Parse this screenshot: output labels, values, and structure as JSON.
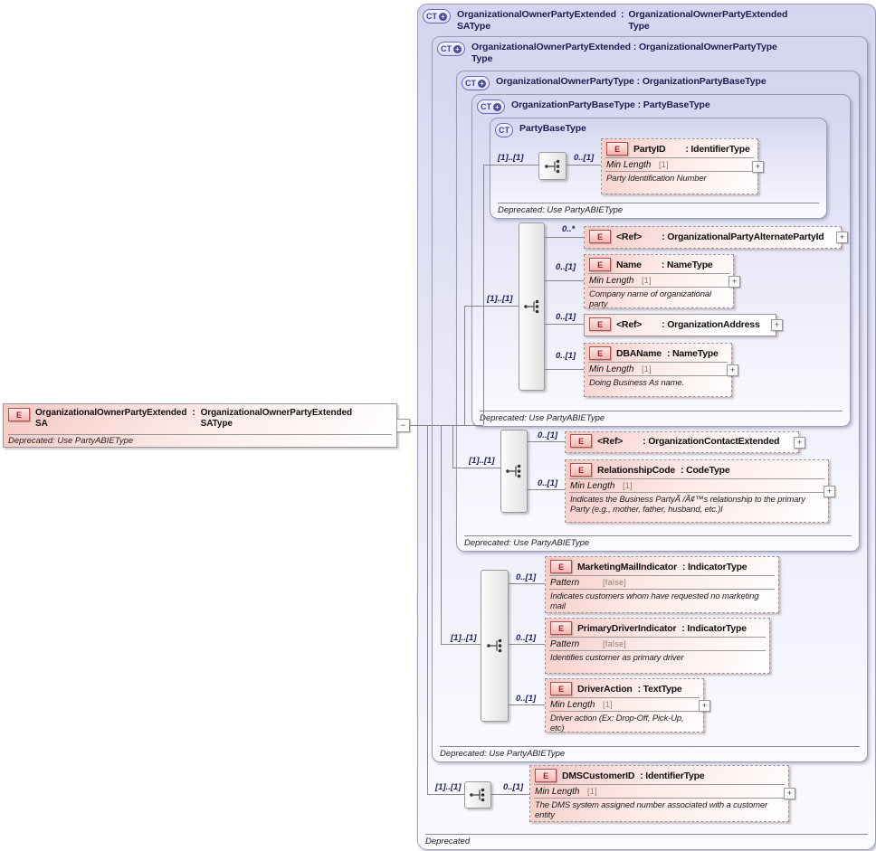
{
  "root": {
    "badge": "E",
    "name1": "OrganizationalOwnerPartyExtended",
    "name2": "SA",
    "colon": ":",
    "type1": "OrganizationalOwnerPartyExtended",
    "type2": "SAType",
    "footer": "Deprecated: Use PartyABIEType",
    "collapse": "−"
  },
  "containers": {
    "c1": {
      "badge": "CT",
      "plus": "+",
      "name1": "OrganizationalOwnerPartyExtended",
      "name2": "SAType",
      "colon": ":",
      "type1": "OrganizationalOwnerPartyExtended",
      "type2": "Type",
      "footer": "Deprecated"
    },
    "c2": {
      "badge": "CT",
      "plus": "+",
      "line1": "OrganizationalOwnerPartyExtended : OrganizationalOwnerPartyType",
      "line2": "Type",
      "footer": "Deprecated: Use PartyABIEType"
    },
    "c3": {
      "badge": "CT",
      "plus": "+",
      "title": "OrganizationalOwnerPartyType : OrganizationPartyBaseType",
      "footer": "Deprecated: Use PartyABIEType"
    },
    "c4": {
      "badge": "CT",
      "plus": "+",
      "title": "OrganizationPartyBaseType : PartyBaseType",
      "footer": "Deprecated: Use PartyABIEType"
    },
    "c5": {
      "badge": "CT",
      "title": "PartyBaseType",
      "footer": "Deprecated: Use PartyABIEType"
    }
  },
  "groups": {
    "g_c5": {
      "cardinality": "[1]..[1]"
    },
    "g_c4": {
      "cardinality": "[1]..[1]"
    },
    "g_c3": {
      "cardinality": "[1]..[1]"
    },
    "g_c2": {
      "cardinality": "[1]..[1]"
    },
    "g_c1": {
      "cardinality": "[1]..[1]"
    }
  },
  "elements": {
    "party_id": {
      "badge": "E",
      "cardinality": "0..[1]",
      "name": "PartyID",
      "type": ": IdentifierType",
      "facet": "Min Length",
      "facet_value": "[1]",
      "description": "Party Identification Number",
      "expand": "+"
    },
    "ref_alternate_party_id": {
      "badge": "E",
      "cardinality": "0..*",
      "name": "<Ref>",
      "type": ": OrganizationalPartyAlternatePartyId",
      "expand": "+"
    },
    "name": {
      "badge": "E",
      "cardinality": "0..[1]",
      "name": "Name",
      "type": ": NameType",
      "facet": "Min Length",
      "facet_value": "[1]",
      "description": "Company name of organizational party",
      "expand": "+"
    },
    "ref_organization_address": {
      "badge": "E",
      "cardinality": "0..[1]",
      "name": "<Ref>",
      "type": ": OrganizationAddress",
      "expand": "+"
    },
    "dba_name": {
      "badge": "E",
      "cardinality": "0..[1]",
      "name": "DBAName",
      "type": ": NameType",
      "facet": "Min Length",
      "facet_value": "[1]",
      "description": "Doing Business As name.",
      "expand": "+"
    },
    "ref_organization_contact_extended": {
      "badge": "E",
      "cardinality": "0..[1]",
      "name": "<Ref>",
      "type": ": OrganizationContactExtended",
      "expand": "+"
    },
    "relationship_code": {
      "badge": "E",
      "cardinality": "0..[1]",
      "name": "RelationshipCode",
      "type": ": CodeType",
      "facet": "Min Length",
      "facet_value": "[1]",
      "description": "Indicates the Business PartyÃ /Ã¢™s relationship to the primary Party (e.g., mother, father, husband, etc.)l",
      "expand": "+"
    },
    "marketing_mail_indicator": {
      "badge": "E",
      "cardinality": "0..[1]",
      "name": "MarketingMailIndicator",
      "type": ": IndicatorType",
      "facet": "Pattern",
      "facet_value": "[false]",
      "description": "Indicates customers whom have requested no marketing mail"
    },
    "primary_driver_indicator": {
      "badge": "E",
      "cardinality": "0..[1]",
      "name": "PrimaryDriverIndicator",
      "type": ": IndicatorType",
      "facet": "Pattern",
      "facet_value": "[false]",
      "description": "Identifies customer as primary driver"
    },
    "driver_action": {
      "badge": "E",
      "cardinality": "0..[1]",
      "name": "DriverAction",
      "type": ": TextType",
      "facet": "Min Length",
      "facet_value": "[1]",
      "description": "Driver action (Ex: Drop-Off, Pick-Up, etc)",
      "expand": "+"
    },
    "dms_customer_id": {
      "badge": "E",
      "cardinality": "0..[1]",
      "name": "DMSCustomerID",
      "type": ": IdentifierType",
      "facet": "Min Length",
      "facet_value": "[1]",
      "description": "The DMS system assigned number associated with a customer entity",
      "expand": "+"
    }
  }
}
